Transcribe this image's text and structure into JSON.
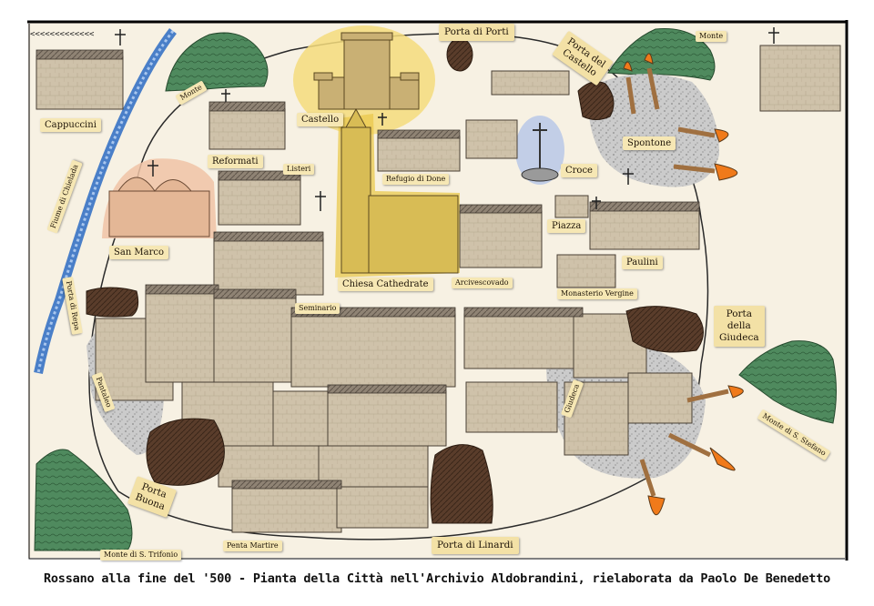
{
  "map": {
    "river_arrows": "<<<<<<<<<<<<<",
    "caption": "Rossano alla fine del '500 - Pianta della Città nell'Archivio Aldobrandini, rielaborata da Paolo De Benedetto",
    "labels": {
      "cappuccini": "Cappuccini",
      "monte_nw": "Monte",
      "fiume": "Fiume di Chielada",
      "reformati": "Reformati",
      "listeri": "Listeri",
      "castello": "Castello",
      "porta_porti": "Porta di Porti",
      "porta_castello_1": "Porta del",
      "porta_castello_2": "Castello",
      "monte_ne": "Monte",
      "spontone": "Spontone",
      "refugio": "Refugio di Done",
      "croce": "Croce",
      "san_marco": "San Marco",
      "piazza": "Piazza",
      "paulini": "Paulini",
      "chiesa": "Chiesa Cathedrate",
      "arcivescovado": "Arcivescovado",
      "monasterio": "Monasterio Vergine",
      "seminario": "Seminario",
      "porta_repa": "Porta di Repa",
      "porta_giudeca_1": "Porta",
      "porta_giudeca_2": "della",
      "porta_giudeca_3": "Giudeca",
      "pantaleo": "Pantaleo",
      "giudeca": "Giudeca",
      "monte_stefano": "Monte di S. Stefano",
      "porta_buona_1": "Porta",
      "porta_buona_2": "Buona",
      "monte_trifonio": "Monte di S. Trifonio",
      "penta_martire": "Penta Martire",
      "porta_linardi": "Porta di Linardi"
    }
  },
  "colors": {
    "frame": "#000000",
    "parchment": "#f7f1e3",
    "building": "#cdbfa8",
    "roof": "#8c8072",
    "hill": "#4f8a5e",
    "river": "#4a7fc8",
    "gate_rock": "#5a3d2b",
    "castle_highlight": "#f5dc7c",
    "cathedral_highlight": "#e9c84c",
    "san_marco_highlight": "#f0c3a6",
    "croce_highlight": "#b9c8e8",
    "rubble": "#c6c6c6",
    "fire": "#f07a1a",
    "label_bg": "#f6e7b4"
  },
  "icons": [
    "tree-hill-icon",
    "river-icon",
    "building-icon",
    "tower-icon",
    "cross-icon",
    "rock-gate-icon",
    "fire-rocket-icon"
  ]
}
